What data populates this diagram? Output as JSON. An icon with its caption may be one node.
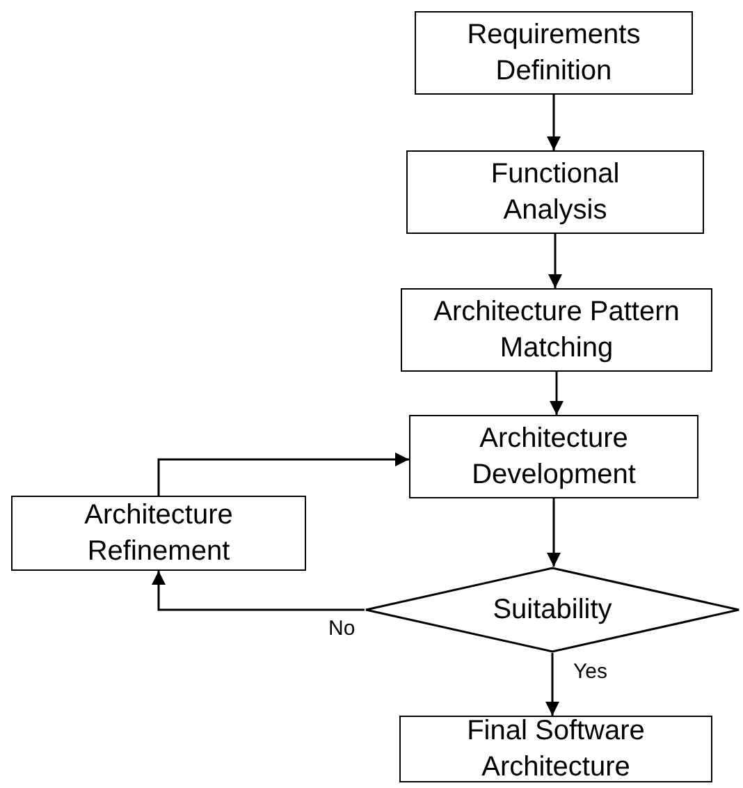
{
  "diagram": {
    "nodes": [
      {
        "text": [
          "Requirements Definition"
        ]
      },
      {
        "text": [
          "Functional Analysis"
        ]
      },
      {
        "text": [
          "Architecture Pattern Matching"
        ]
      },
      {
        "text": [
          "Architecture Development"
        ]
      },
      {
        "text": [
          "Architecture Refinement"
        ]
      },
      {
        "text": [
          "Suitability"
        ]
      },
      {
        "text": [
          "Final Software Architecture"
        ]
      }
    ],
    "edges": [
      {
        "from": 0,
        "to": 1,
        "arrow": "to"
      },
      {
        "from": 1,
        "to": 2,
        "arrow": "to"
      },
      {
        "from": 2,
        "to": 3,
        "arrow": "to"
      },
      {
        "from": 3,
        "to": 5,
        "arrow": "to"
      },
      {
        "from": 5,
        "to": 4,
        "arrow": "to",
        "label": "No"
      },
      {
        "from": 4,
        "to": 3,
        "arrow": "to"
      },
      {
        "from": 5,
        "to": 6,
        "arrow": "to",
        "label": "Yes"
      }
    ]
  }
}
